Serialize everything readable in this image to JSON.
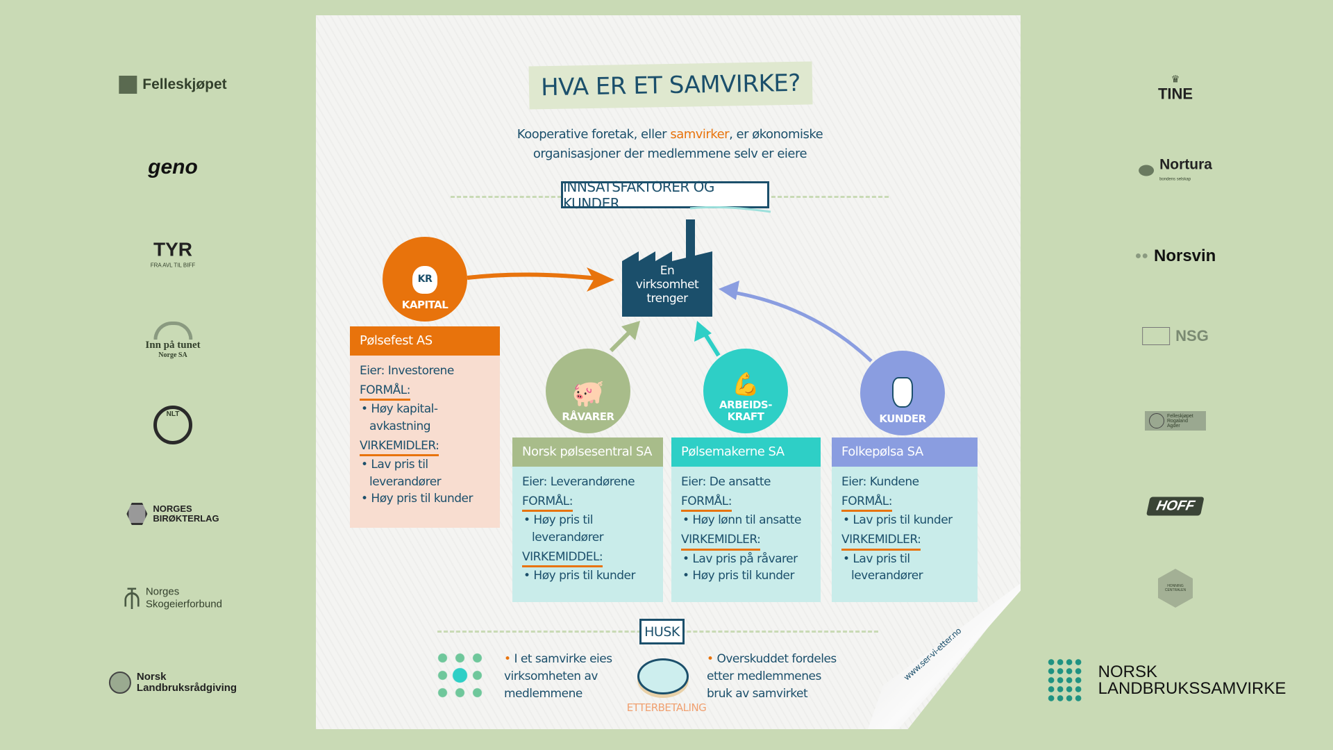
{
  "logos_left": [
    "Felleskjøpet",
    "geno",
    "TYR",
    "FRA AVL TIL BIFF",
    "Inn på tunet",
    "Norge SA",
    "NLT",
    "NORGES",
    "BIRØKTERLAG",
    "Norges",
    "Skogeierforbund",
    "Norsk",
    "Landbruksrådgiving"
  ],
  "logos_right": [
    "TINE",
    "Nortura",
    "bondens selskap",
    "Norsvin",
    "NSG",
    "Felleskjøpet Rogaland Agder",
    "HOFF",
    "HONNING CENTRALEN",
    "NORSK",
    "LANDBRUKSSAMVIRKE"
  ],
  "title": "HVA ER ET SAMVIRKE?",
  "subtitle": {
    "pre": "Kooperative foretak, eller ",
    "highlight": "samvirker",
    "post": ", er økonomiske",
    "line2": "organisasjoner der medlemmene selv er eiere"
  },
  "section1": "INNSATSFAKTORER OG KUNDER",
  "factory": [
    "En",
    "virksomhet",
    "trenger"
  ],
  "circles": {
    "kapital": "KAPITAL",
    "kr": "KR",
    "ravarer": "RÅVARER",
    "arbeid1": "ARBEIDS-",
    "arbeid2": "KRAFT",
    "kunder": "KUNDER"
  },
  "boxes": [
    {
      "title": "Pølsefest AS",
      "eier": "Eier: Investorene",
      "formal": "FORMÅL:",
      "formal_items": [
        "• Høy kapital-avkastning"
      ],
      "virk": "VIRKEMIDLER:",
      "virk_items": [
        "• Lav pris til leverandører",
        "• Høy pris til kunder"
      ]
    },
    {
      "title": "Norsk pølsesentral SA",
      "eier": "Eier: Leverandørene",
      "formal": "FORMÅL:",
      "formal_items": [
        "• Høy pris til leverandører"
      ],
      "virk": "VIRKEMIDDEL:",
      "virk_items": [
        "• Høy pris til kunder"
      ]
    },
    {
      "title": "Pølsemakerne SA",
      "eier": "Eier: De ansatte",
      "formal": "FORMÅL:",
      "formal_items": [
        "• Høy lønn til ansatte"
      ],
      "virk": "VIRKEMIDLER:",
      "virk_items": [
        "• Lav pris på råvarer",
        "• Høy pris til kunder"
      ]
    },
    {
      "title": "Folkepølsa SA",
      "eier": "Eier: Kundene",
      "formal": "FORMÅL:",
      "formal_items": [
        "• Lav pris til kunder"
      ],
      "virk": "VIRKEMIDLER:",
      "virk_items": [
        "• Lav pris til leverandører"
      ]
    }
  ],
  "husk": "HUSK",
  "husk_items": [
    "I et samvirke eies virksomheten av medlemmene",
    "Overskuddet fordeles etter medlemmenes bruk av samvirket"
  ],
  "etterbetaling": "ETTERBETALING",
  "website": "www.ser-vi-etter.no",
  "colors": {
    "bg": "#c9dab5",
    "navy": "#1b4f6b",
    "orange": "#e8730c",
    "sage": "#a8bc8a",
    "teal": "#2ecfc6",
    "blue": "#8a9de0"
  }
}
